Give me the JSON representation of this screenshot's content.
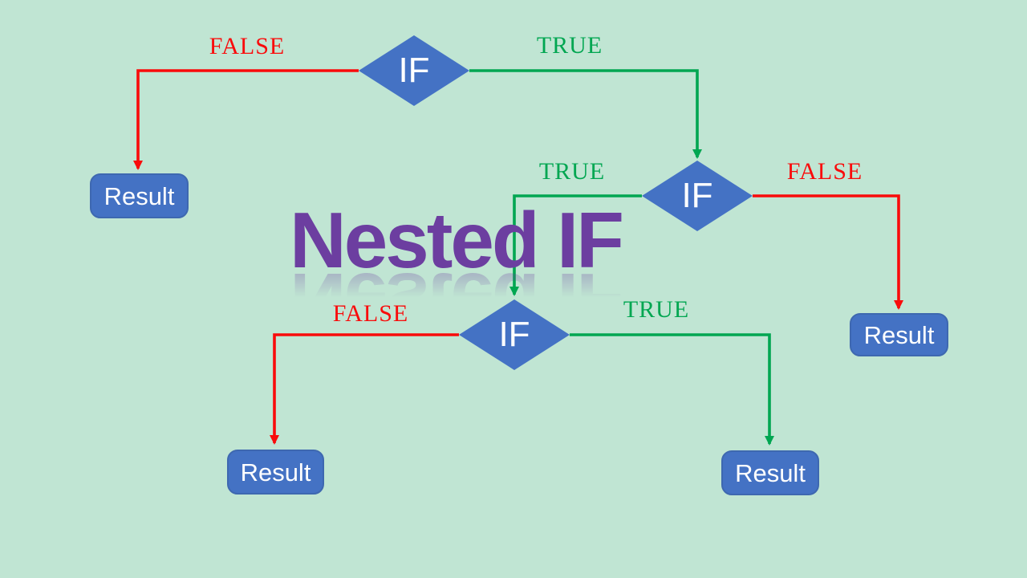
{
  "diagram": {
    "title": "Nested IF",
    "nodes": {
      "if_top": "IF",
      "if_mid": "IF",
      "if_bottom": "IF",
      "result_top_left": "Result",
      "result_mid_right": "Result",
      "result_bottom_left": "Result",
      "result_bottom_right": "Result"
    },
    "labels": {
      "if_top_false": "FALSE",
      "if_top_true": "TRUE",
      "if_mid_true": "TRUE",
      "if_mid_false": "FALSE",
      "if_bottom_false": "FALSE",
      "if_bottom_true": "TRUE"
    },
    "colors": {
      "background": "#C0E5D3",
      "true_branch": "#00A651",
      "false_branch": "#F90B0B",
      "node_fill": "#4472C4",
      "node_border": "#3E68B0",
      "node_text": "#FFFFFF",
      "title_text": "#6C3EA0"
    }
  }
}
